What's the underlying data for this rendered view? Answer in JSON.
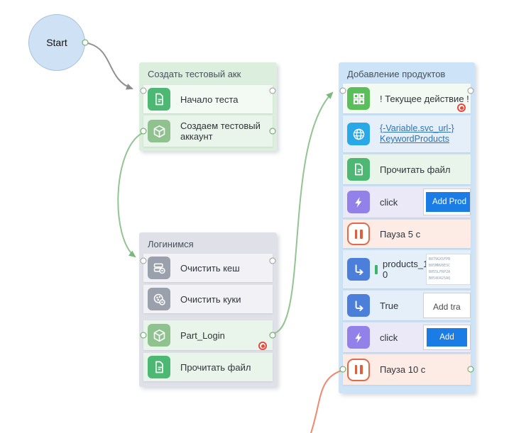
{
  "start_node": {
    "label": "Start"
  },
  "groups": [
    {
      "title": "Создать тестовый акк",
      "nodes": [
        {
          "label": "Начало теста",
          "icon": "document-icon"
        },
        {
          "label": "Создаем тестовый аккаунт",
          "icon": "cube-icon"
        }
      ]
    },
    {
      "title": "Логинимся",
      "nodes": [
        {
          "label": "Очистить кеш",
          "icon": "clear-cache-icon"
        },
        {
          "label": "Очистить куки",
          "icon": "clear-cookies-icon"
        },
        {
          "label": "Part_Login",
          "icon": "cube-icon",
          "breakpoint": true
        },
        {
          "label": "Прочитать файл",
          "icon": "document-icon"
        }
      ]
    },
    {
      "title": "Добавление продуктов",
      "nodes": [
        {
          "label": "! Текущее действие !",
          "icon": "grid-icon",
          "breakpoint": true
        },
        {
          "label_lines": [
            "{-Variable.svc_url-}",
            "KeywordProducts"
          ],
          "icon": "globe-icon",
          "is_link": true
        },
        {
          "label": "Прочитать файл",
          "icon": "document-icon"
        },
        {
          "label": "click",
          "icon": "lightning-icon",
          "button_label": "Add Prod"
        },
        {
          "label": "Пауза 5 с",
          "icon": "pause-icon"
        },
        {
          "label": "products_10",
          "icon": "branch-arrow-icon",
          "codes": [
            "B079GX5FPB",
            "B05MNV8ESC",
            "B055LFRP2A",
            "B054U425AQ"
          ]
        },
        {
          "label": "True",
          "icon": "branch-arrow-icon",
          "field_text": "Add tra"
        },
        {
          "label": "click",
          "icon": "lightning-icon",
          "button_label": "Add"
        },
        {
          "label": "Пауза 10 с",
          "icon": "pause-icon"
        }
      ]
    }
  ],
  "colors": {
    "group_create_bg": "#dceedd",
    "group_login_bg": "#e0e1e8",
    "group_products_bg": "#cce3f8",
    "icon_document": "#4db873",
    "icon_cube": "#90c290",
    "icon_gray": "#9ba1ac",
    "icon_grid": "#5abf5a",
    "icon_globe": "#29a8e8",
    "icon_lightning": "#9181e8",
    "icon_branch": "#4b7fd9",
    "icon_pause": "#e06a4c",
    "button_blue": "#1b7ce5",
    "link_blue": "#2e74b5",
    "breakpoint_red": "#e74a3c",
    "wire_gray": "#919191",
    "wire_green": "#93c493",
    "wire_orange": "#f08a6c",
    "start_node_bg": "#cfe1f4"
  }
}
